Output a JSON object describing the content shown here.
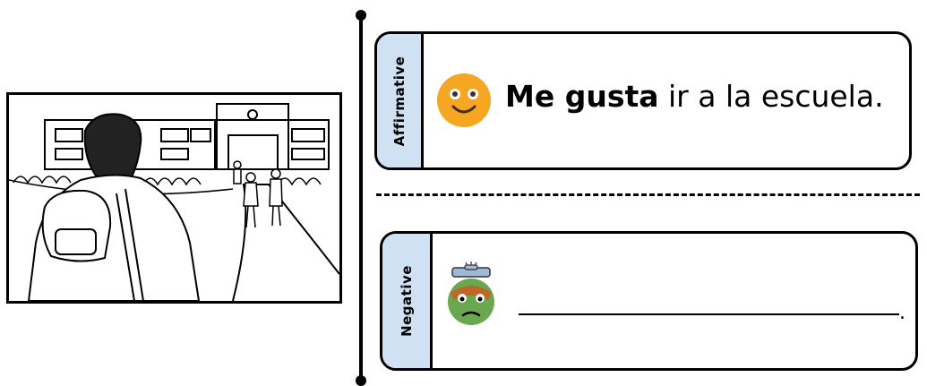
{
  "affirmative": {
    "tab_label": "Affirmative",
    "sentence_bold": "Me gusta",
    "sentence_rest": " ir a la escuela."
  },
  "negative": {
    "tab_label": "Negative",
    "blank_period": "."
  },
  "icons": {
    "affirmative_face": "smiling-face-icon",
    "negative_face": "grouchy-green-face-icon"
  },
  "colors": {
    "tab_fill": "#cfe1f2",
    "smile_face": "#f5a623",
    "grouch_face": "#6aa84f",
    "grouch_brow": "#c0662b"
  }
}
